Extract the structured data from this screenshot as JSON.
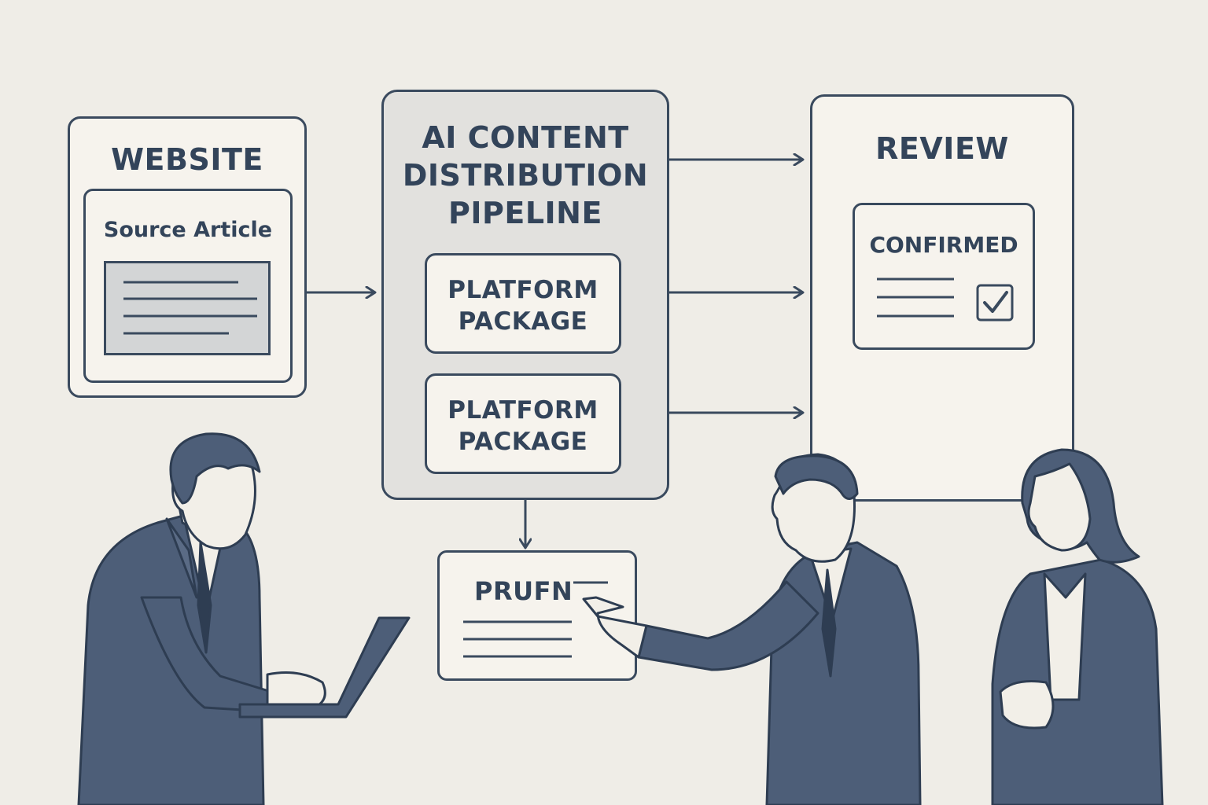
{
  "website": {
    "title": "WEBSITE",
    "source_label": "Source Article"
  },
  "pipeline": {
    "title_line1": "AI CONTENT",
    "title_line2": "DISTRIBUTION",
    "title_line3": "PIPELINE",
    "packages": [
      {
        "line1": "PLATFORM",
        "line2": "PACKAGE"
      },
      {
        "line1": "PLATFORM",
        "line2": "PACKAGE"
      }
    ]
  },
  "review": {
    "title": "REVIEW",
    "status": "CONFIRMED"
  },
  "output_card": {
    "label": "PRUFN"
  },
  "colors": {
    "background": "#efede7",
    "stroke": "#3a4a5e",
    "suit": "#4d5e78",
    "panel": "#e2e1de"
  },
  "icons": [
    "checkbox-checked-icon",
    "arrow-right-icon",
    "arrow-down-icon",
    "laptop-icon"
  ]
}
